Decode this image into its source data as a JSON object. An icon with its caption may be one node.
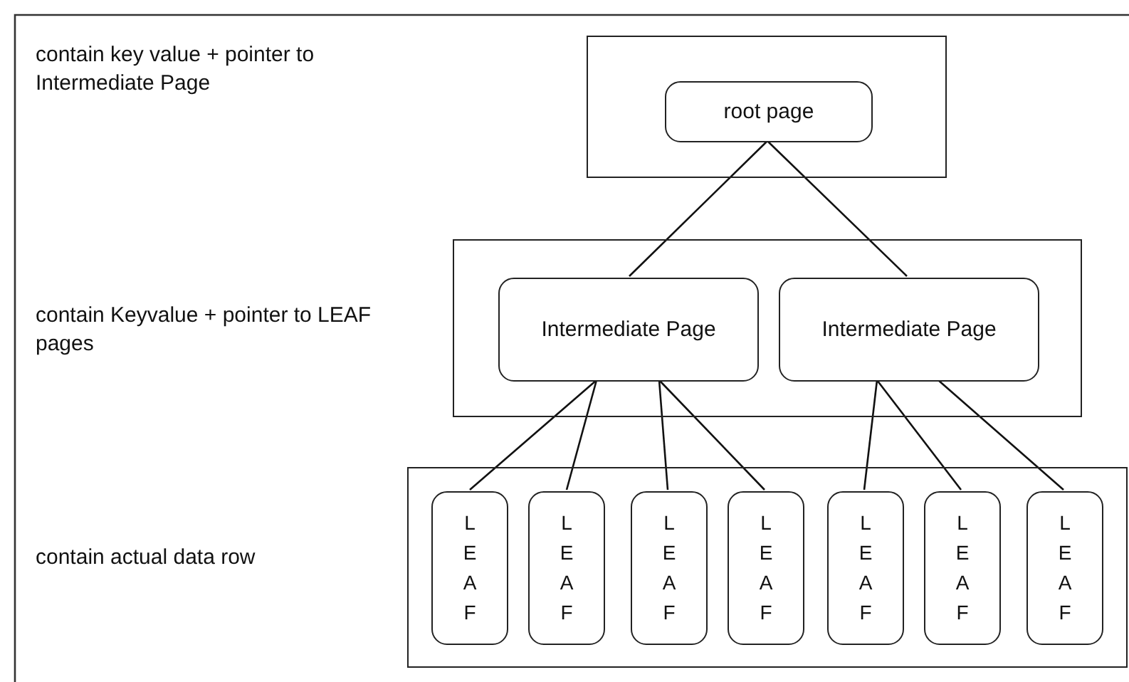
{
  "diagram": {
    "nodes": [
      {
        "text": [],
        "shape": "box"
      },
      {
        "text": [
          "root page"
        ],
        "in": 0
      },
      {
        "text": [],
        "shape": "box"
      },
      {
        "text": [
          "Intermediate Page"
        ],
        "in": 2
      },
      {
        "text": [
          "Intermediate Page"
        ],
        "in": 2
      },
      {
        "text": [],
        "shape": "box"
      },
      {
        "text": [
          "LEAF"
        ],
        "in": 5
      },
      {
        "text": [
          "LEAF"
        ],
        "in": 5
      },
      {
        "text": [
          "LEAF"
        ],
        "in": 5
      },
      {
        "text": [
          "LEAF"
        ],
        "in": 5
      },
      {
        "text": [
          "LEAF"
        ],
        "in": 5
      },
      {
        "text": [
          "LEAF"
        ],
        "in": 5
      },
      {
        "text": [
          "LEAF"
        ],
        "in": 5
      }
    ],
    "edges": [
      {
        "from": 1,
        "to": 3,
        "arrow": "none"
      },
      {
        "from": 1,
        "to": 4,
        "arrow": "none"
      },
      {
        "from": 3,
        "to": 6,
        "arrow": "none"
      },
      {
        "from": 3,
        "to": 7,
        "arrow": "none"
      },
      {
        "from": 3,
        "to": 8,
        "arrow": "none"
      },
      {
        "from": 3,
        "to": 9,
        "arrow": "none"
      },
      {
        "from": 4,
        "to": 10,
        "arrow": "none"
      },
      {
        "from": 4,
        "to": 11,
        "arrow": "none"
      },
      {
        "from": 4,
        "to": 12,
        "arrow": "none"
      }
    ],
    "labels": [
      "contain key value + pointer to Intermediate Page",
      "contain Keyvalue + pointer to LEAF pages",
      "contain actual data row"
    ]
  }
}
